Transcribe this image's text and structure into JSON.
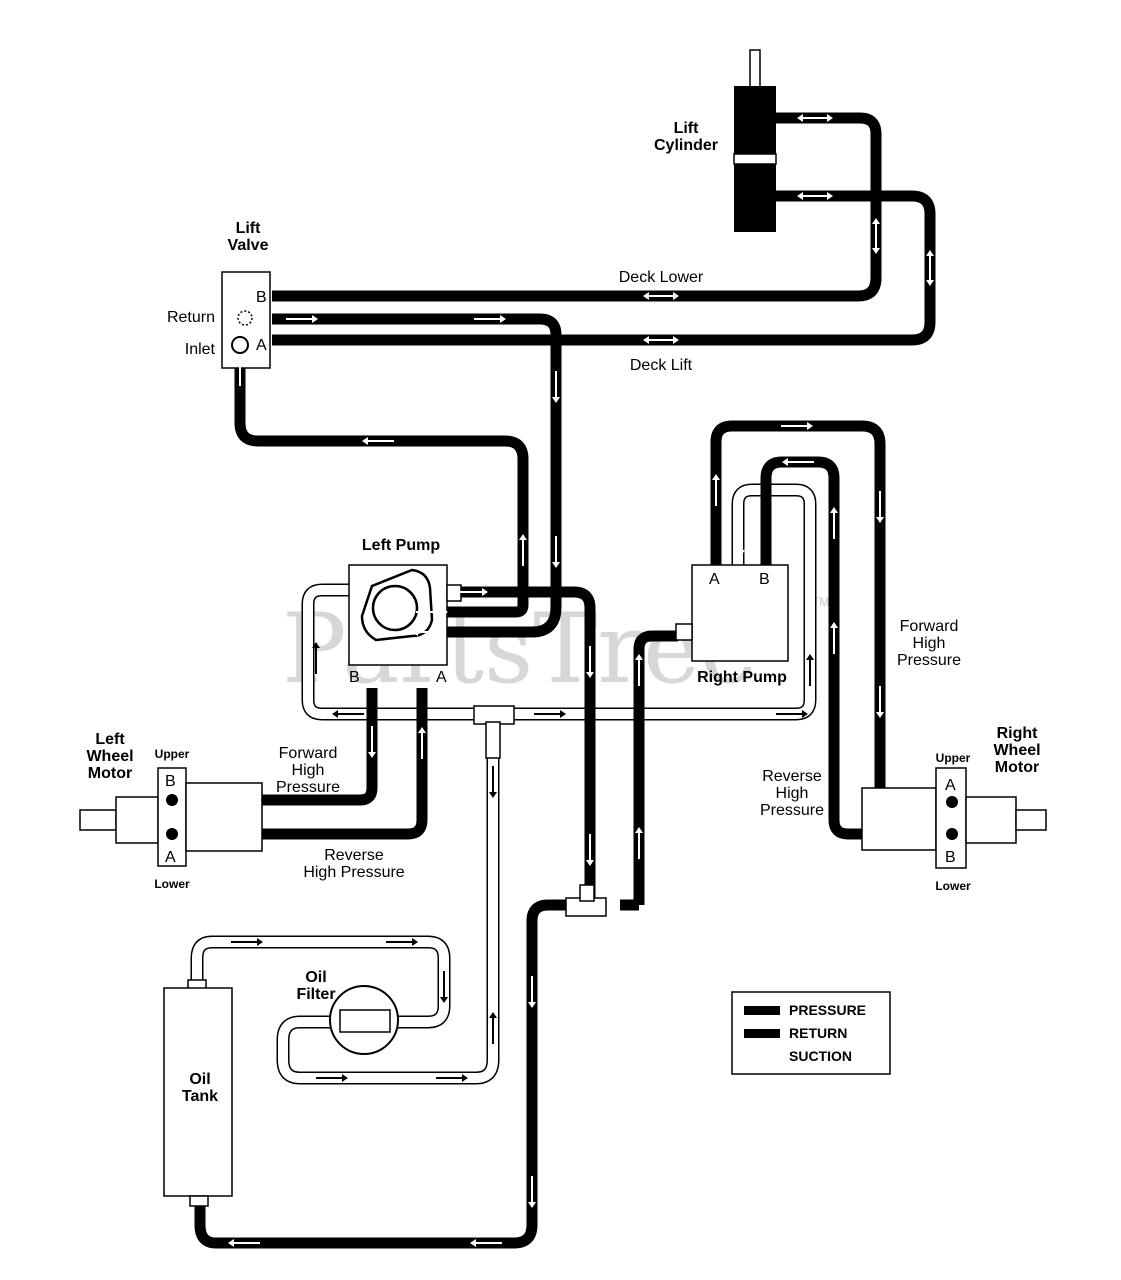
{
  "components": {
    "lift_cylinder": "Lift\nCylinder",
    "lift_valve": "Lift\nValve",
    "left_pump": "Left Pump",
    "right_pump": "Right Pump",
    "left_wheel_motor": "Left\nWheel\nMotor",
    "right_wheel_motor": "Right\nWheel\nMotor",
    "oil_filter": "Oil\nFilter",
    "oil_tank": "Oil\nTank"
  },
  "lift_valve_ports": {
    "b": "B",
    "a": "A",
    "return": "Return",
    "inlet": "Inlet"
  },
  "lift_lines": {
    "deck_lower": "Deck Lower",
    "deck_lift": "Deck Lift"
  },
  "left_pump_ports": {
    "b": "B",
    "a": "A"
  },
  "right_pump_ports": {
    "a": "A",
    "b": "B"
  },
  "left_motor": {
    "upper": "Upper",
    "lower": "Lower",
    "port_b": "B",
    "port_a": "A",
    "forward": "Forward\nHigh\nPressure",
    "reverse": "Reverse\nHigh Pressure"
  },
  "right_motor": {
    "upper": "Upper",
    "lower": "Lower",
    "port_a": "A",
    "port_b": "B",
    "forward": "Forward\nHigh\nPressure",
    "reverse": "Reverse\nHigh\nPressure"
  },
  "legend": {
    "pressure": "PRESSURE",
    "return": "RETURN",
    "suction": "SUCTION"
  },
  "watermark": {
    "text": "PartsTree",
    "tm": "TM"
  }
}
